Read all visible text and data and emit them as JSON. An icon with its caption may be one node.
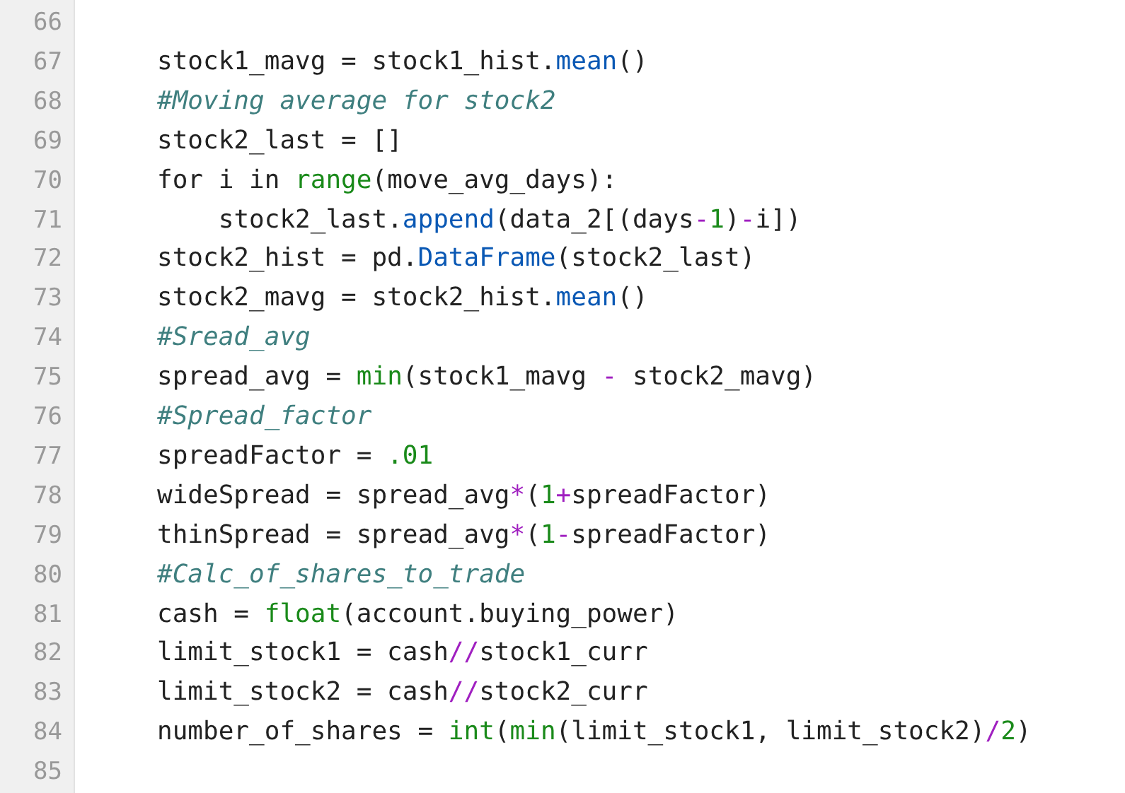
{
  "diagram": {
    "labels": [
      "66",
      "67",
      "stock1_mavg = stock1_hist.mean()",
      "68",
      "#Moving average for stock2",
      "69",
      "stock2_last = []",
      "70",
      "for i in range(move_avg_days):",
      "71",
      "stock2_last.append(data_2[(days-1)-i])",
      "72",
      "stock2_hist = pd.DataFrame(stock2_last)",
      "73",
      "stock2_mavg = stock2_hist.mean()",
      "74",
      "#Sread_avg",
      "75",
      "spread_avg = min(stock1_mavg - stock2_mavg)",
      "76",
      "#Spread_factor",
      "77",
      "spreadFactor = .01",
      "78",
      "wideSpread = spread_avg*(1+spreadFactor)",
      "79",
      "thinSpread = spread_avg*(1-spreadFactor)",
      "80",
      "#Calc_of_shares_to_trade",
      "81",
      "cash = float(account.buying_power)",
      "82",
      "limit_stock1 = cash//stock1_curr",
      "83",
      "limit_stock2 = cash//stock2_curr",
      "84",
      "number_of_shares = int(min(limit_stock1, limit_stock2)/2)",
      "85"
    ]
  }
}
